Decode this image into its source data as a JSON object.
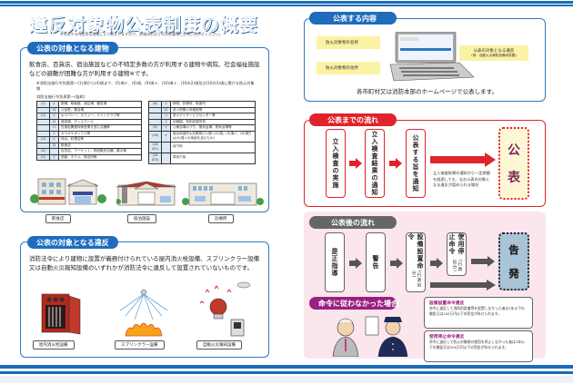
{
  "title": "違反対象物公表制度の概要",
  "subtitle_note": "※公表する内容等は地域により異なりますので、詳細はお近くの消防署等にお問い合わせください。",
  "section_buildings": {
    "heading": "公表の対象となる建物",
    "description": "飲食店、百貨店、宿泊施設などの不特定多数の方が利用する建物や病院、社会福祉施設などの避難が困難な方が利用する建物※です。",
    "footnote": "※消防法施行令別表第一(1)項から(4)項まで、(5)項イ、(6)項、(9)項イ、(16)項イ、(16の2)項及び(16の3)項に掲げる防火対象物",
    "table_caption": "消防法施行令別表第一(抜粋)",
    "table_left": [
      {
        "group": "(1)",
        "sub": "イ",
        "text": "劇場、映画館、演芸場、観覧場"
      },
      {
        "group": "",
        "sub": "ロ",
        "text": "公会堂、集会場"
      },
      {
        "group": "(2)",
        "sub": "イ",
        "text": "キャバレー、カフェー、ナイトクラブ等"
      },
      {
        "group": "",
        "sub": "ロ",
        "text": "遊技場、ダンスホール"
      },
      {
        "group": "",
        "sub": "ハ",
        "text": "性風俗関連特殊営業を営む店舗等"
      },
      {
        "group": "",
        "sub": "ニ",
        "text": "カラオケボックス等"
      },
      {
        "group": "(3)",
        "sub": "イ",
        "text": "待合、料理店等"
      },
      {
        "group": "",
        "sub": "ロ",
        "text": "飲食店"
      },
      {
        "group": "(4)",
        "sub": "",
        "text": "百貨店、マーケット、物品販売店舗、展示場"
      },
      {
        "group": "(5)",
        "sub": "イ",
        "text": "旅館、ホテル、宿泊所等"
      }
    ],
    "table_right": [
      {
        "group": "(6)",
        "sub": "イ",
        "text": "病院、診療所、助産所"
      },
      {
        "group": "",
        "sub": "ロ",
        "text": "老人短期入所施設等"
      },
      {
        "group": "",
        "sub": "ハ",
        "text": "老人デイサービスセンター等"
      },
      {
        "group": "",
        "sub": "ニ",
        "text": "幼稚園、特別支援学校"
      },
      {
        "group": "(9)",
        "sub": "イ",
        "text": "公衆浴場のうち、蒸気浴場、熱気浴場等"
      },
      {
        "group": "(16)",
        "sub": "イ",
        "text": "複合用途防火対象物((1)項～(4)項、(5)項イ、(6)項又は(9)項イの用途を含むもの)"
      },
      {
        "group": "(16の2)",
        "sub": "",
        "text": "地下街"
      },
      {
        "group": "(16の3)",
        "sub": "",
        "text": "準地下街"
      }
    ],
    "illustrations": [
      {
        "icon": "restaurant-building-icon",
        "label": "飲食店"
      },
      {
        "icon": "hotel-building-icon",
        "label": "宿泊施設"
      },
      {
        "icon": "clinic-building-icon",
        "label": "診療所"
      }
    ]
  },
  "section_violations": {
    "heading": "公表の対象となる違反",
    "description": "消防法令により建物に設置が義務付けられている屋内消火栓設備、スプリンクラー設備又は自動火災報知設備のいずれかが消防法令に違反して設置されていないものです。",
    "illustrations": [
      {
        "icon": "fire-hydrant-cabinet-icon",
        "label": "屋内消火栓設備"
      },
      {
        "icon": "sprinkler-icon",
        "label": "スプリンクラー設備"
      },
      {
        "icon": "fire-alarm-icon",
        "label": "自動火災報知設備"
      }
    ]
  },
  "section_contents": {
    "heading": "公表する内容",
    "labels": {
      "name": "防火対象物の名称",
      "address": "防火対象物の住所",
      "violation": "公表の対象となる違反",
      "violation_example": "(例：自動火災報知設備未設置)"
    },
    "caption": "各市町村又は消防本部のホームページで公表します。"
  },
  "section_flow_before": {
    "heading": "公表までの流れ",
    "steps": [
      "立入検査の実施",
      "立入検査結果の通知",
      "公表する旨を通知"
    ],
    "condition": "立入検査結果の通知から一定期間を経過しても、なお公表の対象となる違反が認められる場合",
    "final": [
      "公",
      "表"
    ]
  },
  "section_flow_after": {
    "heading": "公表後の流れ",
    "steps": [
      {
        "main": "是正指導",
        "note": ""
      },
      {
        "main": "警告",
        "note": ""
      },
      {
        "main": "設備設置命令",
        "note": "(行政処分)"
      },
      {
        "main": "使用停止命令",
        "note": "(行政処分)"
      }
    ],
    "final": [
      "告",
      "発"
    ],
    "noncompliance_heading": "命令に従わなかった場合",
    "penalties": [
      {
        "title": "設備設置命令違反",
        "text": "命令に違反して消防用設備等を設置しなかった者は1年以下の懲役又は100万円以下の罰金が科せられます。"
      },
      {
        "title": "使用停止命令違反",
        "text": "命令に違反して防火対象物の使用を停止しなかった者は3年以下の懲役又は300万円以下の罰金が科せられます。"
      }
    ]
  },
  "colors": {
    "blue": "#1f6cbd",
    "red": "#e0232c",
    "pink_bg": "#fbe6ee",
    "purple": "#9a2080",
    "yellow": "#fbf3a4"
  }
}
